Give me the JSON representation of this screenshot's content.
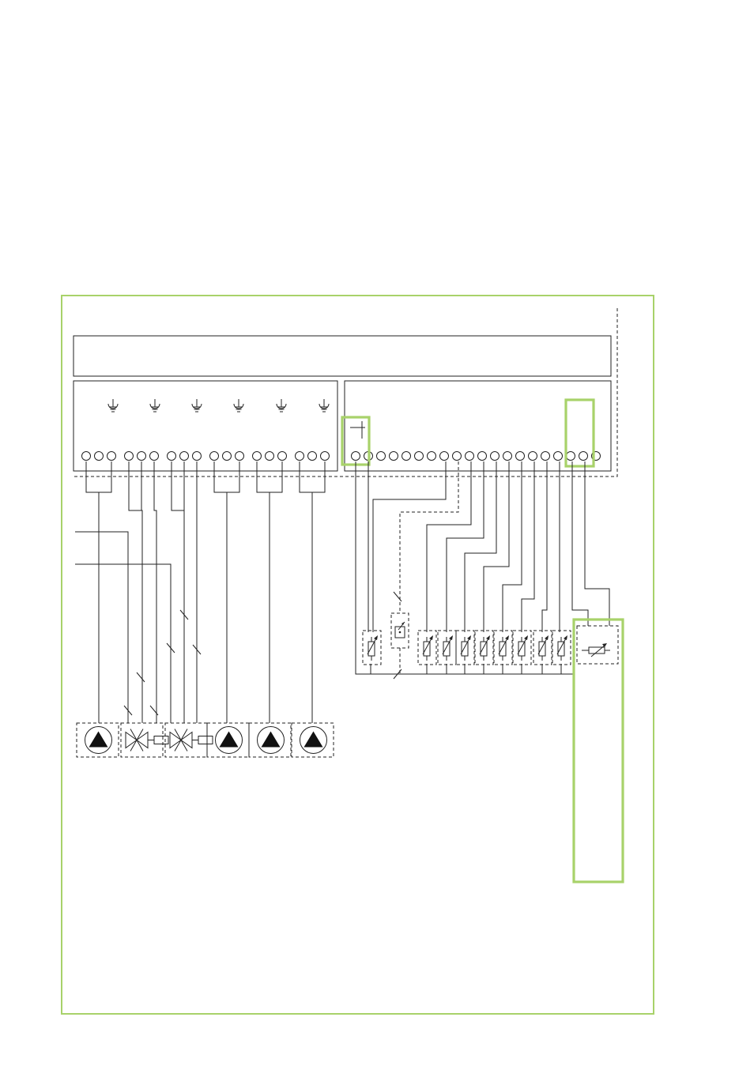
{
  "colors": {
    "accent": "#a8d26a",
    "line": "#222222",
    "background": "#ffffff"
  },
  "diagram": {
    "type": "electrical-wiring-schematic",
    "left_block": {
      "terminal_groups": 6,
      "terminals_per_group": 3,
      "ground_symbols": 6
    },
    "right_block": {
      "terminals": 20,
      "highlighted_terminal_groups": 2
    },
    "devices": {
      "pumps": 4,
      "mixing_valves": 2,
      "sensors": 9,
      "room_unit": 1,
      "external_sensor_highlighted": true
    }
  }
}
